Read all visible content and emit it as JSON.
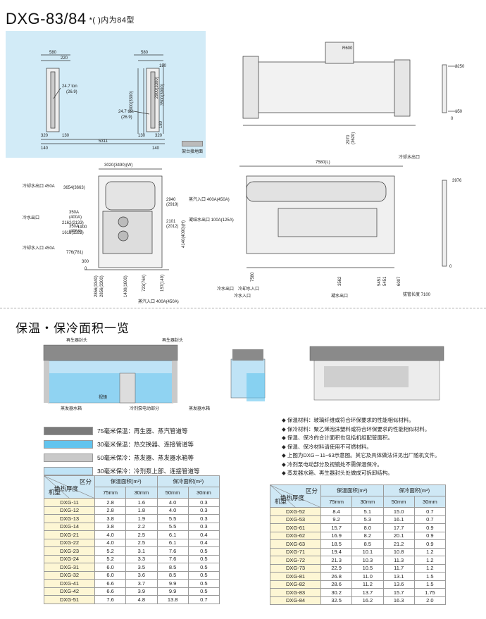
{
  "title": {
    "model": "DXG-83/84",
    "note": "*( )内为84型"
  },
  "drawing_labels": {
    "plan": [
      "580",
      "220",
      "580",
      "180",
      "24.7 ton",
      "(26.9)",
      "2900(3300)",
      "2900(3300)",
      "3500(3900)",
      "24.7 ton",
      "(26.9)",
      "320",
      "130",
      "130",
      "320",
      "140",
      "5311",
      "140",
      "180"
    ],
    "legend": "架台接地面",
    "side": [
      "R600",
      "2970",
      "(3620)",
      "2250",
      "150",
      "0"
    ],
    "front_left": [
      "3020(3490)(W)",
      "冷却水出口 450A",
      "3654(3663)",
      "350A",
      "(400A)",
      "2162(2133)",
      "冷水出口",
      "350A",
      "(400A)",
      "1900",
      "1618(1525)",
      "冷却水入口 450A",
      "776(781)",
      "300",
      "0",
      "2940",
      "(2919)",
      "2101",
      "(2012)",
      "蒸汽入口 400A(450A)",
      "凝结水出口 100A(125A)",
      "4140(4090)(H)",
      "2856(3340)",
      "2856(3300)",
      "1400(1600)",
      "723(764)",
      "157(149)",
      "蒸汽入口 400A(450A)"
    ],
    "front_right": [
      "7580(L)",
      "冷却水出口",
      "冷水出口",
      "冷却水入口",
      "冷水入口",
      "凝水出口",
      "3562",
      "5451",
      "5451",
      "6007",
      "7580",
      "拔管长度 7100",
      "3976",
      "0"
    ]
  },
  "section_title": "保温・保冷面积一览",
  "illus_labels": {
    "regen_head_1": "再生器封头",
    "regen_head_2": "再生器封头",
    "sight_glass": "视镜",
    "evap_box": "蒸发器水箱",
    "pump_motor": "冷剂泵电动部分",
    "evap_box_2": "蒸发器水箱"
  },
  "legend_items": [
    {
      "color": "#7a7a7a",
      "text": "75毫米保温：再生器、蒸汽管道等"
    },
    {
      "color": "#62c4ee",
      "text": "30毫米保温：热交换器、连接管道等"
    },
    {
      "color": "#c9c9c9",
      "text": "50毫米保冷：蒸发器、蒸发器水箱等"
    },
    {
      "color": "#bfe3f6",
      "text": "30毫米保冷：冷剂泵上部、连接管道等"
    }
  ],
  "notes": [
    "◆ 保温材料：玻璃纤维或符合环保要求的性能相似材料。",
    "◆ 保冷材料：聚乙烯泡沫塑料或符合环保要求的性能相似材料。",
    "◆ 保温、保冷的合计面积也包括机组配管面积。",
    "◆ 保温、保冷材料请使用不可燃材料。",
    "◆ 上图为DXG－11~63示意图。其它及具体做法详见出厂随机文件。",
    "◆ 冷剂泵电动部分及视镜处不需保温保冷。",
    "◆ 蒸发器水箱、再生器封头处做成可拆卸结构。"
  ],
  "table_header": {
    "section": "区分",
    "thickness": "绝热厚度",
    "model": "机型",
    "heat_area": "保温面积(m²)",
    "cold_area": "保冷面积(m²)",
    "t75": "75mm",
    "t30a": "30mm",
    "t50": "50mm",
    "t30b": "30mm"
  },
  "table_left": [
    [
      "DXG-11",
      "2.8",
      "1.6",
      "4.0",
      "0.3"
    ],
    [
      "DXG-12",
      "2.8",
      "1.8",
      "4.0",
      "0.3"
    ],
    [
      "DXG-13",
      "3.8",
      "1.9",
      "5.5",
      "0.3"
    ],
    [
      "DXG-14",
      "3.8",
      "2.2",
      "5.5",
      "0.3"
    ],
    [
      "DXG-21",
      "4.0",
      "2.5",
      "6.1",
      "0.4"
    ],
    [
      "DXG-22",
      "4.0",
      "2.5",
      "6.1",
      "0.4"
    ],
    [
      "DXG-23",
      "5.2",
      "3.1",
      "7.6",
      "0.5"
    ],
    [
      "DXG-24",
      "5.2",
      "3.3",
      "7.6",
      "0.5"
    ],
    [
      "DXG-31",
      "6.0",
      "3.5",
      "8.5",
      "0.5"
    ],
    [
      "DXG-32",
      "6.0",
      "3.6",
      "8.5",
      "0.5"
    ],
    [
      "DXG-41",
      "6.6",
      "3.7",
      "9.9",
      "0.5"
    ],
    [
      "DXG-42",
      "6.6",
      "3.9",
      "9.9",
      "0.5"
    ],
    [
      "DXG-51",
      "7.6",
      "4.8",
      "13.8",
      "0.7"
    ]
  ],
  "table_right": [
    [
      "DXG-52",
      "8.4",
      "5.1",
      "15.0",
      "0.7"
    ],
    [
      "DXG-53",
      "9.2",
      "5.3",
      "16.1",
      "0.7"
    ],
    [
      "DXG-61",
      "15.7",
      "8.0",
      "17.7",
      "0.9"
    ],
    [
      "DXG-62",
      "16.9",
      "8.2",
      "20.1",
      "0.9"
    ],
    [
      "DXG-63",
      "18.5",
      "8.5",
      "21.2",
      "0.9"
    ],
    [
      "DXG-71",
      "19.4",
      "10.1",
      "10.8",
      "1.2"
    ],
    [
      "DXG-72",
      "21.3",
      "10.3",
      "11.3",
      "1.2"
    ],
    [
      "DXG-73",
      "22.9",
      "10.5",
      "11.7",
      "1.2"
    ],
    [
      "DXG-81",
      "26.8",
      "11.0",
      "13.1",
      "1.5"
    ],
    [
      "DXG-82",
      "28.6",
      "11.2",
      "13.6",
      "1.5"
    ],
    [
      "DXG-83",
      "30.2",
      "13.7",
      "15.7",
      "1.75"
    ],
    [
      "DXG-84",
      "32.5",
      "16.2",
      "16.3",
      "2.0"
    ]
  ]
}
